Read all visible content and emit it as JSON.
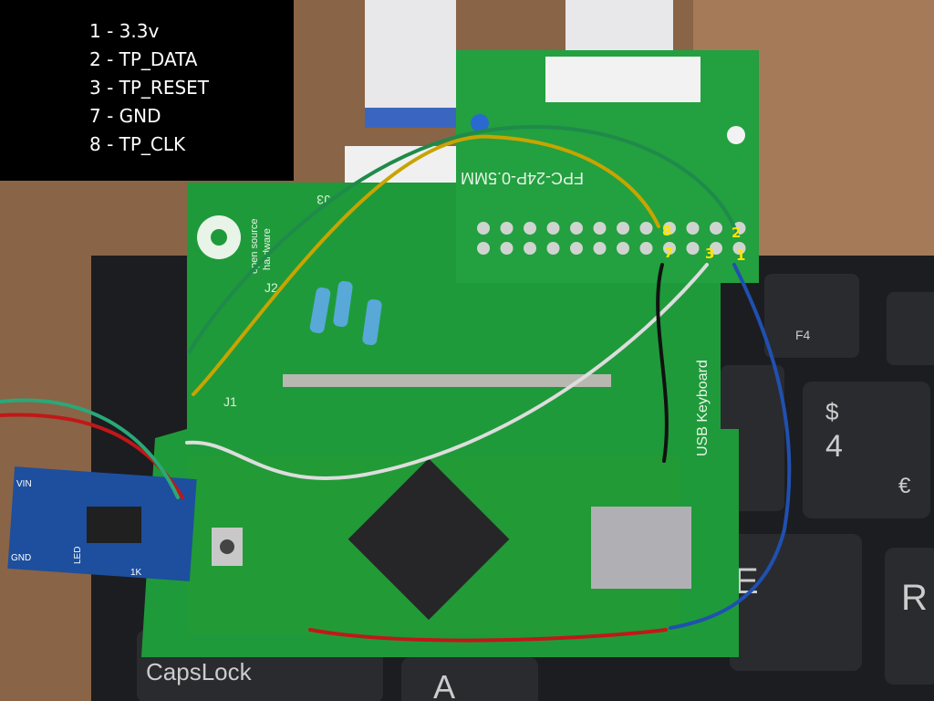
{
  "legend": {
    "lines": [
      "1 - 3.3v",
      "2 - TP_DATA",
      "3 - TP_RESET",
      "7 - GND",
      "8 - TP_CLK"
    ]
  },
  "pin_labels": [
    "8",
    "2",
    "7",
    "3",
    "1"
  ],
  "silkscreen": {
    "adapter": "FPC-24P-0.5MM",
    "osh_line1": "open source",
    "osh_line2": "hardware",
    "j1": "J1",
    "j2": "J2",
    "j3": "J3",
    "usb": "USB Keyboard",
    "regulator_led": "LED",
    "regulator_gnd": "GND",
    "regulator_vin": "VIN",
    "regulator_1k": "1K"
  },
  "keyboard": {
    "f4": "F4",
    "dollar": "$",
    "four": "4",
    "euro": "€",
    "capslock": "CapsLock",
    "a": "A",
    "e": "E",
    "r": "R"
  },
  "colors": {
    "background": "#8a6446",
    "pcb": "#1f9a3a",
    "keyboard": "#1c1d20",
    "pin_label": "#ffe600",
    "wire_green": "#1f8a4a",
    "wire_yellow": "#c8a400",
    "wire_blue": "#2050b0",
    "wire_white": "#dddddd",
    "wire_red": "#c01818"
  }
}
